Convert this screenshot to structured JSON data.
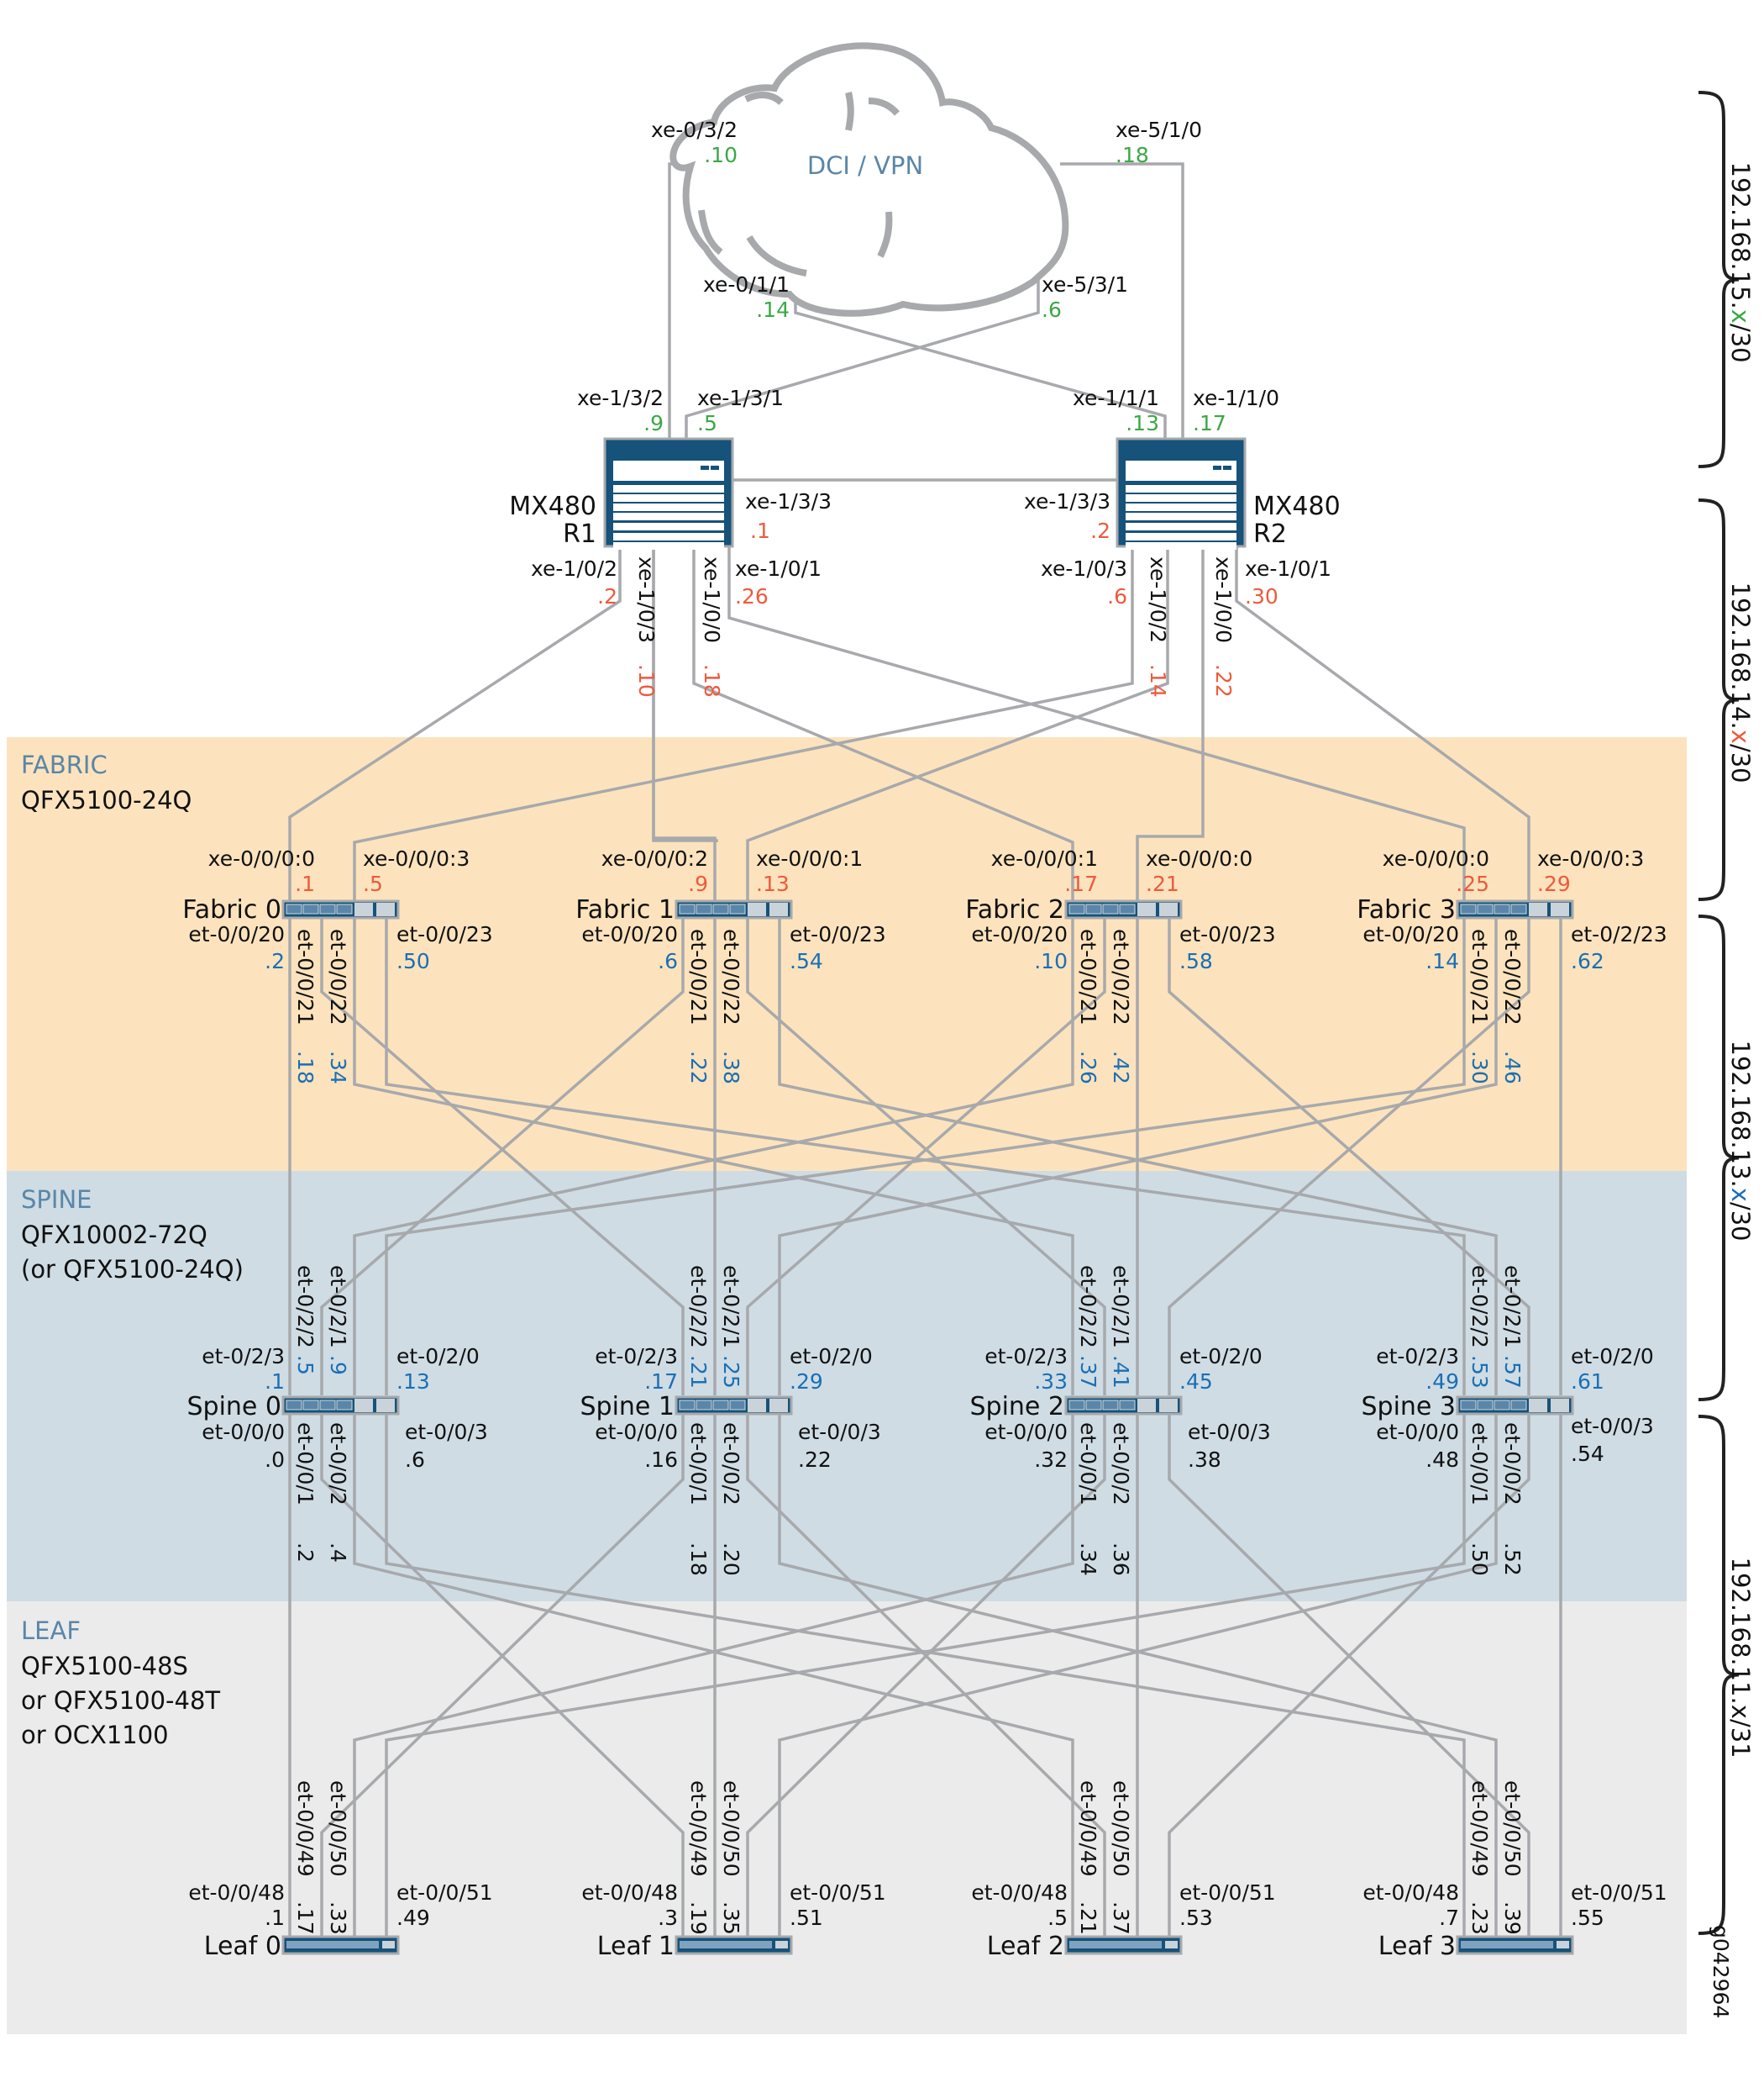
{
  "cloud": {
    "label": "DCI / VPN"
  },
  "cloud_ports": [
    {
      "name": "xe-0/3/2",
      "ip": ".10"
    },
    {
      "name": "xe-5/1/0",
      "ip": ".18"
    },
    {
      "name": "xe-0/1/1",
      "ip": ".14"
    },
    {
      "name": "xe-5/3/1",
      "ip": ".6"
    }
  ],
  "routers": [
    {
      "model": "MX480",
      "name": "R1",
      "up_ports": [
        {
          "name": "xe-1/3/2",
          "ip": ".9"
        },
        {
          "name": "xe-1/3/1",
          "ip": ".5"
        }
      ],
      "peer_port": {
        "name": "xe-1/3/3",
        "ip": ".1"
      },
      "down_ports": [
        {
          "name": "xe-1/0/2",
          "ip": ".2"
        },
        {
          "name": "xe-1/0/3",
          "ip": ".10"
        },
        {
          "name": "xe-1/0/0",
          "ip": ".18"
        },
        {
          "name": "xe-1/0/1",
          "ip": ".26"
        }
      ]
    },
    {
      "model": "MX480",
      "name": "R2",
      "up_ports": [
        {
          "name": "xe-1/1/1",
          "ip": ".13"
        },
        {
          "name": "xe-1/1/0",
          "ip": ".17"
        }
      ],
      "peer_port": {
        "name": "xe-1/3/3",
        "ip": ".2"
      },
      "down_ports": [
        {
          "name": "xe-1/0/3",
          "ip": ".6"
        },
        {
          "name": "xe-1/0/2",
          "ip": ".14"
        },
        {
          "name": "xe-1/0/0",
          "ip": ".22"
        },
        {
          "name": "xe-1/0/1",
          "ip": ".30"
        }
      ]
    }
  ],
  "sections": [
    {
      "title": "FABRIC",
      "model_lines": [
        "QFX5100-24Q"
      ],
      "color": "#fce3bd"
    },
    {
      "title": "SPINE",
      "model_lines": [
        "QFX10002-72Q",
        "(or QFX5100-24Q)"
      ],
      "color": "#cfdce4"
    },
    {
      "title": "LEAF",
      "model_lines": [
        "QFX5100-48S",
        "or QFX5100-48T",
        "or OCX1100"
      ],
      "color": "#ebebeb"
    }
  ],
  "fabric": [
    {
      "name": "Fabric 0",
      "up": [
        {
          "name": "xe-0/0/0:0",
          "ip": ".1"
        },
        {
          "name": "xe-0/0/0:3",
          "ip": ".5"
        }
      ],
      "down": [
        {
          "name": "et-0/0/20",
          "ip": ".2"
        },
        {
          "name": "et-0/0/21",
          "ip": ".18"
        },
        {
          "name": "et-0/0/22",
          "ip": ".34"
        },
        {
          "name": "et-0/0/23",
          "ip": ".50"
        }
      ]
    },
    {
      "name": "Fabric 1",
      "up": [
        {
          "name": "xe-0/0/0:2",
          "ip": ".9"
        },
        {
          "name": "xe-0/0/0:1",
          "ip": ".13"
        }
      ],
      "down": [
        {
          "name": "et-0/0/20",
          "ip": ".6"
        },
        {
          "name": "et-0/0/21",
          "ip": ".22"
        },
        {
          "name": "et-0/0/22",
          "ip": ".38"
        },
        {
          "name": "et-0/0/23",
          "ip": ".54"
        }
      ]
    },
    {
      "name": "Fabric 2",
      "up": [
        {
          "name": "xe-0/0/0:1",
          "ip": ".17"
        },
        {
          "name": "xe-0/0/0:0",
          "ip": ".21"
        }
      ],
      "down": [
        {
          "name": "et-0/0/20",
          "ip": ".10"
        },
        {
          "name": "et-0/0/21",
          "ip": ".26"
        },
        {
          "name": "et-0/0/22",
          "ip": ".42"
        },
        {
          "name": "et-0/0/23",
          "ip": ".58"
        }
      ]
    },
    {
      "name": "Fabric 3",
      "up": [
        {
          "name": "xe-0/0/0:0",
          "ip": ".25"
        },
        {
          "name": "xe-0/0/0:3",
          "ip": ".29"
        }
      ],
      "down": [
        {
          "name": "et-0/0/20",
          "ip": ".14"
        },
        {
          "name": "et-0/0/21",
          "ip": ".30"
        },
        {
          "name": "et-0/0/22",
          "ip": ".46"
        },
        {
          "name": "et-0/2/23",
          "ip": ".62"
        }
      ]
    }
  ],
  "spine": [
    {
      "name": "Spine 0",
      "up": [
        {
          "name": "et-0/2/3",
          "ip": ".1"
        },
        {
          "name": "et-0/2/2",
          "ip": ".5"
        },
        {
          "name": "et-0/2/1",
          "ip": ".9"
        },
        {
          "name": "et-0/2/0",
          "ip": ".13"
        }
      ],
      "down": [
        {
          "name": "et-0/0/0",
          "ip": ".0"
        },
        {
          "name": "et-0/0/1",
          "ip": ".2"
        },
        {
          "name": "et-0/0/2",
          "ip": ".4"
        },
        {
          "name": "et-0/0/3",
          "ip": ".6"
        }
      ]
    },
    {
      "name": "Spine 1",
      "up": [
        {
          "name": "et-0/2/3",
          "ip": ".17"
        },
        {
          "name": "et-0/2/2",
          "ip": ".21"
        },
        {
          "name": "et-0/2/1",
          "ip": ".25"
        },
        {
          "name": "et-0/2/0",
          "ip": ".29"
        }
      ],
      "down": [
        {
          "name": "et-0/0/0",
          "ip": ".16"
        },
        {
          "name": "et-0/0/1",
          "ip": ".18"
        },
        {
          "name": "et-0/0/2",
          "ip": ".20"
        },
        {
          "name": "et-0/0/3",
          "ip": ".22"
        }
      ]
    },
    {
      "name": "Spine 2",
      "up": [
        {
          "name": "et-0/2/3",
          "ip": ".33"
        },
        {
          "name": "et-0/2/2",
          "ip": ".37"
        },
        {
          "name": "et-0/2/1",
          "ip": ".41"
        },
        {
          "name": "et-0/2/0",
          "ip": ".45"
        }
      ],
      "down": [
        {
          "name": "et-0/0/0",
          "ip": ".32"
        },
        {
          "name": "et-0/0/1",
          "ip": ".34"
        },
        {
          "name": "et-0/0/2",
          "ip": ".36"
        },
        {
          "name": "et-0/0/3",
          "ip": ".38"
        }
      ]
    },
    {
      "name": "Spine 3",
      "up": [
        {
          "name": "et-0/2/3",
          "ip": ".49"
        },
        {
          "name": "et-0/2/2",
          "ip": ".53"
        },
        {
          "name": "et-0/2/1",
          "ip": ".57"
        },
        {
          "name": "et-0/2/0",
          "ip": ".61"
        }
      ],
      "down": [
        {
          "name": "et-0/0/0",
          "ip": ".48"
        },
        {
          "name": "et-0/0/1",
          "ip": ".50"
        },
        {
          "name": "et-0/0/2",
          "ip": ".52"
        },
        {
          "name": "et-0/0/3",
          "ip": ".54"
        }
      ]
    }
  ],
  "leaf": [
    {
      "name": "Leaf 0",
      "up": [
        {
          "name": "et-0/0/48",
          "ip": ".1"
        },
        {
          "name": "et-0/0/49",
          "ip": ".17"
        },
        {
          "name": "et-0/0/50",
          "ip": ".33"
        },
        {
          "name": "et-0/0/51",
          "ip": ".49"
        }
      ]
    },
    {
      "name": "Leaf 1",
      "up": [
        {
          "name": "et-0/0/48",
          "ip": ".3"
        },
        {
          "name": "et-0/0/49",
          "ip": ".19"
        },
        {
          "name": "et-0/0/50",
          "ip": ".35"
        },
        {
          "name": "et-0/0/51",
          "ip": ".51"
        }
      ]
    },
    {
      "name": "Leaf 2",
      "up": [
        {
          "name": "et-0/0/48",
          "ip": ".5"
        },
        {
          "name": "et-0/0/49",
          "ip": ".21"
        },
        {
          "name": "et-0/0/50",
          "ip": ".37"
        },
        {
          "name": "et-0/0/51",
          "ip": ".53"
        }
      ]
    },
    {
      "name": "Leaf 3",
      "up": [
        {
          "name": "et-0/0/48",
          "ip": ".7"
        },
        {
          "name": "et-0/0/49",
          "ip": ".23"
        },
        {
          "name": "et-0/0/50",
          "ip": ".39"
        },
        {
          "name": "et-0/0/51",
          "ip": ".55"
        }
      ]
    }
  ],
  "subnets": [
    {
      "prefix": "192.168.15.",
      "var": "x",
      "suffix": "/30",
      "var_color": "#3aa845"
    },
    {
      "prefix": "192.168.14.",
      "var": "x",
      "suffix": "/30",
      "var_color": "#ee5a3c"
    },
    {
      "prefix": "192.168.13.",
      "var": "x",
      "suffix": "/30",
      "var_color": "#1a6fb5"
    },
    {
      "prefix": "192.168.11.",
      "var": "x",
      "suffix": "/31",
      "var_color": "#111111"
    }
  ],
  "figure_id": "g042964",
  "colors": {
    "device_blue": "#16527a",
    "link_gray": "#a7a9ac",
    "ip_green": "#3aa845",
    "ip_red": "#ee5a3c",
    "ip_blue": "#1a6fb5"
  }
}
